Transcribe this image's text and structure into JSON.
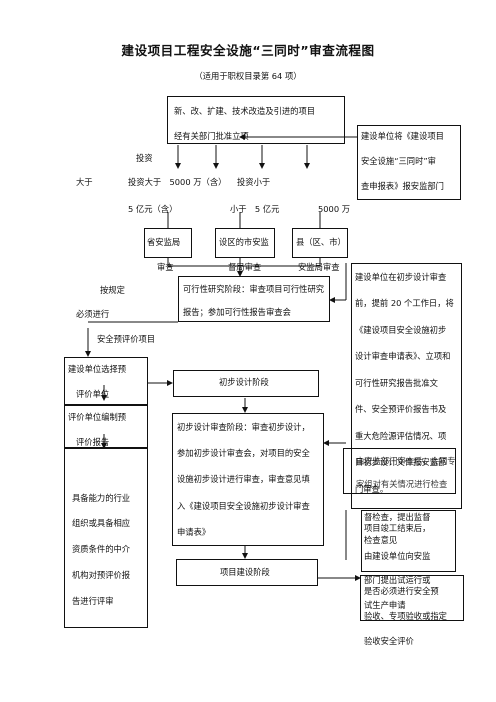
{
  "title": "建设项目工程安全设施“三同时”审查流程图",
  "subtitle": "（适用于职权目录第 64 项）",
  "top_box": {
    "line1": "新、改、扩建、技术改造及引进的项目",
    "line2": "经有关部门批准立项"
  },
  "right_box_top": [
    "建设单位将《建设项目",
    "安全设施“三同时”审",
    "查申报表》报安监部门"
  ],
  "investment": {
    "label": "投资",
    "gt": "大于",
    "gt_value": "5 亿元（含）",
    "mid": "投资大于　5000 万（含）",
    "mid2": "投资小于",
    "lt": "小于　5 亿元",
    "lt_value": "5000 万"
  },
  "authorities": {
    "province": [
      "省安监局",
      "审查"
    ],
    "city": [
      "设区的市安监",
      "督局审查"
    ],
    "county": [
      "县（区、市）",
      "安监局审查"
    ]
  },
  "left_notes": [
    "按规定",
    "必须进行",
    "安全预评价项目"
  ],
  "feasibility": [
    "可行性研究阶段：审查项目可行性研究",
    "报告；参加可行性报告审查会"
  ],
  "right_box_mid": [
    "建设单位在初步设计审查",
    "前，提前 20 个工作日，将",
    "《建设项目安全设施初步",
    "设计审查申请表》、立项和",
    "可行性研究报告批准文",
    "件、安全预评价报告书及",
    "重大危险源评估情况、项",
    "目初步设计文件报安监部",
    "门审查。"
  ],
  "left_box_a": [
    "建设单位选择预",
    "评价单位"
  ],
  "left_box_b": [
    "评价单位编制预",
    "评价报告"
  ],
  "left_box_c": [
    "具备能力的行业",
    "组织或具备相应",
    "资质条件的中介",
    "机构对预评价报",
    "告进行评审"
  ],
  "prelim_stage": "初步设计阶段",
  "prelim_review": [
    "初步设计审查阶段：审查初步设计，",
    "参加初步设计审查会，对项目的安全",
    "设施初步设计进行审查，审查意见填",
    "入《建设项目安全设施初步设计审查",
    "申请表》"
  ],
  "overlap_texts": [
    "由安监部门审查后，会同专",
    "家组对有关情况进行检查",
    "督检查，提出监督",
    "项目竣工结束后，",
    "检查意见",
    "由建设单位向安监",
    "部门提出试运行或",
    "是否必须进行安全预",
    "试生产申请",
    "验收、专项验收或指定",
    "验收安全评价"
  ],
  "build_stage": "项目建设阶段"
}
